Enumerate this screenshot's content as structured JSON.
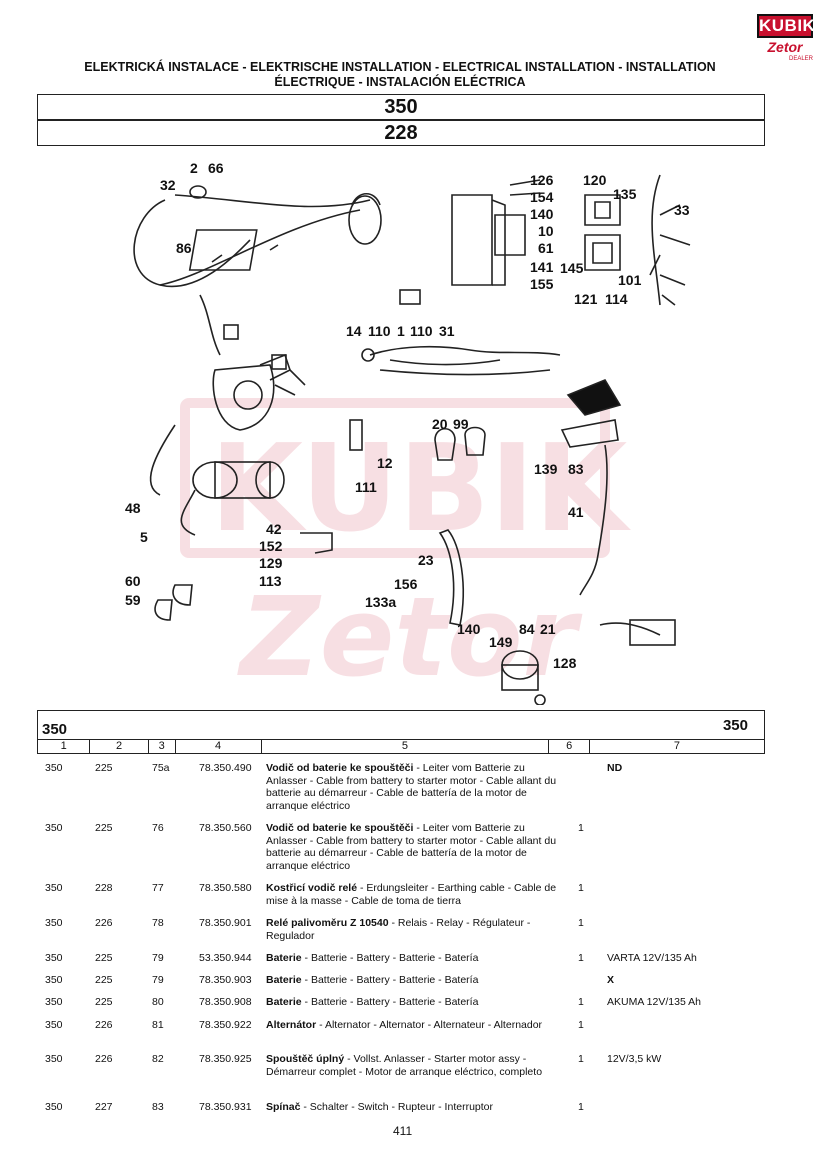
{
  "logo": {
    "brand": "KUBIK",
    "sub": "Zetor",
    "tiny": "DEALER"
  },
  "header": {
    "line1": "ELEKTRICKÁ INSTALACE - ELEKTRISCHE INSTALLATION - ELECTRICAL INSTALLATION - INSTALLATION",
    "line2": "ÉLECTRIQUE - INSTALACIÓN ELÉCTRICA"
  },
  "model_box": {
    "model": "350",
    "group": "228"
  },
  "diagram": {
    "callouts": [
      "2",
      "66",
      "32",
      "86",
      "126",
      "154",
      "140",
      "10",
      "61",
      "141",
      "155",
      "120",
      "135",
      "33",
      "145",
      "101",
      "121",
      "114",
      "14",
      "110",
      "1",
      "110",
      "31",
      "20",
      "99",
      "12",
      "111",
      "139",
      "83",
      "48",
      "5",
      "41",
      "42",
      "152",
      "129",
      "113",
      "23",
      "60",
      "59",
      "156",
      "133a",
      "140",
      "149",
      "84",
      "21",
      "128"
    ],
    "watermark": {
      "brand": "KUBIK",
      "sub": "Zetor"
    },
    "accent_color": "#c8102e"
  },
  "table": {
    "model_left": "350",
    "model_right": "350",
    "columns": [
      "1",
      "2",
      "3",
      "4",
      "5",
      "6",
      "7"
    ],
    "rows": [
      {
        "c1": "350",
        "c2": "225",
        "c3": "75a",
        "c4": "78.350.490",
        "bold": "Vodič od baterie ke spouštěči",
        "desc": " - Leiter vom Batterie zu Anlasser - Cable from battery to starter motor - Cable allant du batterie au démarreur - Cable de battería de la motor de arranque eléctrico",
        "c6": "",
        "c7": "ND"
      },
      {
        "c1": "350",
        "c2": "225",
        "c3": "76",
        "c4": "78.350.560",
        "bold": "Vodič od baterie ke spouštěči",
        "desc": " - Leiter vom Batterie zu Anlasser - Cable from battery to starter motor - Cable allant du batterie au démarreur - Cable de battería de la motor de arranque eléctrico",
        "c6": "1",
        "c7": ""
      },
      {
        "c1": "350",
        "c2": "228",
        "c3": "77",
        "c4": "78.350.580",
        "bold": "Kostřicí vodič relé",
        "desc": " - Erdungsleiter - Earthing cable - Cable de mise à la masse - Cable de toma de tierra",
        "c6": "1",
        "c7": ""
      },
      {
        "c1": "350",
        "c2": "226",
        "c3": "78",
        "c4": "78.350.901",
        "bold": "Relé palivoměru Z 10540",
        "desc": " - Relais - Relay - Régulateur - Regulador",
        "c6": "1",
        "c7": ""
      },
      {
        "c1": "350",
        "c2": "225",
        "c3": "79",
        "c4": "53.350.944",
        "bold": "Baterie",
        "desc": " - Batterie - Battery - Batterie - Batería",
        "c6": "1",
        "c7": "VARTA 12V/135 Ah"
      },
      {
        "c1": "350",
        "c2": "225",
        "c3": "79",
        "c4": "78.350.903",
        "bold": "Baterie",
        "desc": " - Batterie - Battery - Batterie - Batería",
        "c6": "",
        "c7": "X"
      },
      {
        "c1": "350",
        "c2": "225",
        "c3": "80",
        "c4": "78.350.908",
        "bold": "Baterie",
        "desc": " - Batterie - Battery - Batterie - Batería",
        "c6": "1",
        "c7": "AKUMA 12V/135 Ah"
      },
      {
        "c1": "350",
        "c2": "226",
        "c3": "81",
        "c4": "78.350.922",
        "bold": "Alternátor",
        "desc": " - Alternator - Alternator - Alternateur - Alternador",
        "c6": "1",
        "c7": ""
      },
      {
        "c1": "350",
        "c2": "226",
        "c3": "82",
        "c4": "78.350.925",
        "bold": "Spouštěč úplný",
        "desc": " - Vollst. Anlasser - Starter motor assy - Démarreur complet - Motor de arranque eléctrico, completo",
        "c6": "1",
        "c7": "12V/3,5 kW"
      },
      {
        "c1": "350",
        "c2": "227",
        "c3": "83",
        "c4": "78.350.931",
        "bold": "Spínač",
        "desc": " - Schalter - Switch - Rupteur - Interruptor",
        "c6": "1",
        "c7": ""
      }
    ]
  },
  "page_number": "411"
}
